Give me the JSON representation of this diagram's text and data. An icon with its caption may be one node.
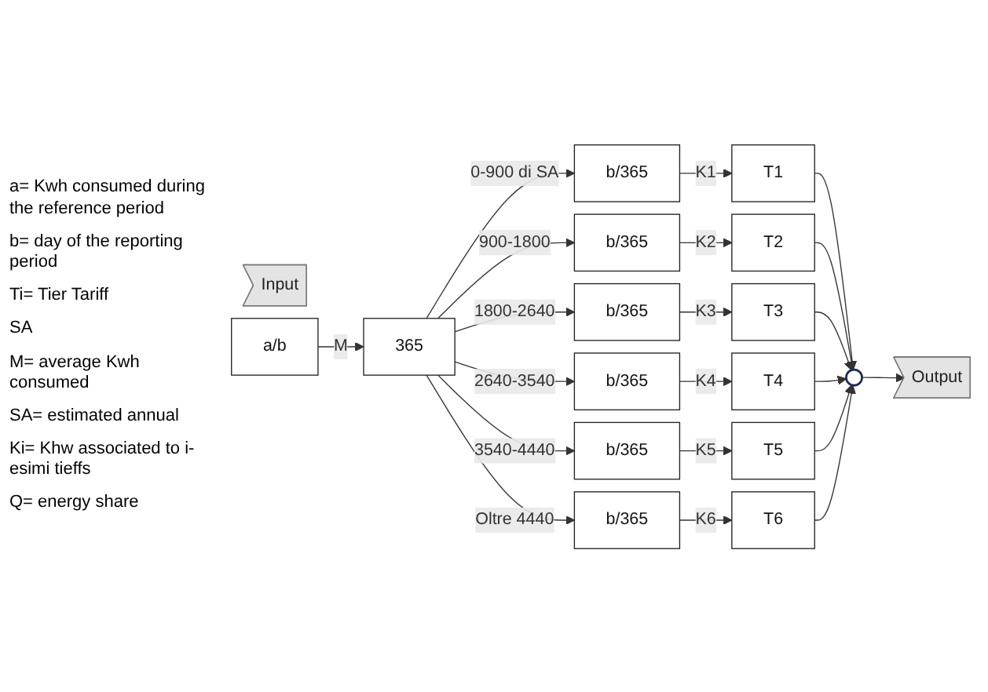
{
  "diagram": {
    "nodes": [
      {
        "text": [
          "Input"
        ]
      },
      {
        "text": [
          "a/b"
        ]
      },
      {
        "text": [
          "365"
        ]
      },
      {
        "text": [
          "b/365"
        ]
      },
      {
        "text": [
          "b/365"
        ]
      },
      {
        "text": [
          "b/365"
        ]
      },
      {
        "text": [
          "b/365"
        ]
      },
      {
        "text": [
          "b/365"
        ]
      },
      {
        "text": [
          "b/365"
        ]
      },
      {
        "text": [
          "T1"
        ]
      },
      {
        "text": [
          "T2"
        ]
      },
      {
        "text": [
          "T3"
        ]
      },
      {
        "text": [
          "T4"
        ]
      },
      {
        "text": [
          "T5"
        ]
      },
      {
        "text": [
          "T6"
        ]
      },
      {
        "text": [],
        "shape": "circle"
      },
      {
        "text": [
          "Output"
        ]
      }
    ],
    "edges": [
      {
        "from": 1,
        "to": 2,
        "arrow": "to",
        "label": "M"
      },
      {
        "from": 2,
        "to": 3,
        "arrow": "to",
        "label": "0-900 di SA"
      },
      {
        "from": 2,
        "to": 4,
        "arrow": "to",
        "label": "900-1800"
      },
      {
        "from": 2,
        "to": 5,
        "arrow": "to",
        "label": "1800-2640"
      },
      {
        "from": 2,
        "to": 6,
        "arrow": "to",
        "label": "2640-3540"
      },
      {
        "from": 2,
        "to": 7,
        "arrow": "to",
        "label": "3540-4440"
      },
      {
        "from": 2,
        "to": 8,
        "arrow": "to",
        "label": "Oltre 4440"
      },
      {
        "from": 3,
        "to": 9,
        "arrow": "to",
        "label": "K1"
      },
      {
        "from": 4,
        "to": 10,
        "arrow": "to",
        "label": "K2"
      },
      {
        "from": 5,
        "to": 11,
        "arrow": "to",
        "label": "K3"
      },
      {
        "from": 6,
        "to": 12,
        "arrow": "to",
        "label": "K4"
      },
      {
        "from": 7,
        "to": 13,
        "arrow": "to",
        "label": "K5"
      },
      {
        "from": 8,
        "to": 14,
        "arrow": "to",
        "label": "K6"
      },
      {
        "from": 9,
        "to": 15,
        "arrow": "to"
      },
      {
        "from": 10,
        "to": 15,
        "arrow": "to"
      },
      {
        "from": 11,
        "to": 15,
        "arrow": "to"
      },
      {
        "from": 12,
        "to": 15,
        "arrow": "to"
      },
      {
        "from": 13,
        "to": 15,
        "arrow": "to"
      },
      {
        "from": 14,
        "to": 15,
        "arrow": "to"
      },
      {
        "from": 15,
        "to": 16,
        "arrow": "to"
      }
    ],
    "labels": [
      "a= Kwh consumed during the reference period",
      "b= day of the reporting period",
      "Ti= Tier Tariff",
      "SA",
      "M= average Kwh consumed",
      "SA= estimated annual",
      "Ki= Khw associated to i-esimi tieffs",
      "Q= energy share"
    ]
  }
}
